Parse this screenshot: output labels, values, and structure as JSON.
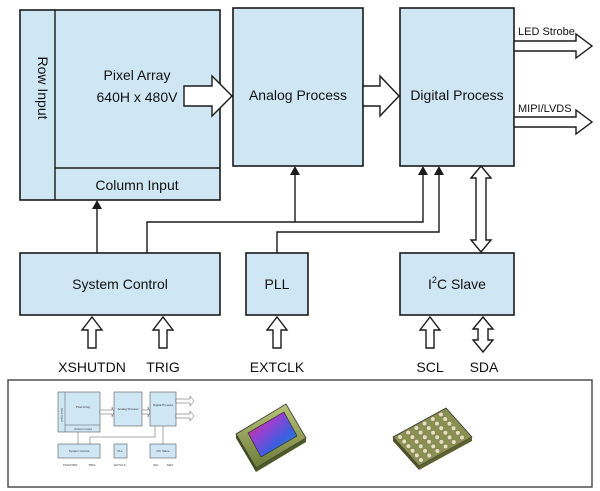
{
  "blocks": {
    "row_input": "Row Input",
    "pixel_array_line1": "Pixel Array",
    "pixel_array_line2": "640H x 480V",
    "column_input": "Column Input",
    "analog_process": "Analog Process",
    "digital_process": "Digital Process",
    "system_control": "System Control",
    "pll": "PLL",
    "i2c_slave_prefix": "I",
    "i2c_slave_sup": "2",
    "i2c_slave_suffix": "C Slave"
  },
  "outputs": {
    "led_strobe": "LED Strobe",
    "mipi_lvds": "MIPI/LVDS"
  },
  "pins": {
    "xshutdn": "XSHUTDN",
    "trig": "TRIG",
    "extclk": "EXTCLK",
    "scl": "SCL",
    "sda": "SDA"
  },
  "photo_panel": {
    "thumbnail_labels": [
      "Row Input",
      "Pixel Array",
      "Column Input",
      "Analog Process",
      "Digital Process",
      "System Control",
      "PLL",
      "I2C Slave",
      "XSHUTDN",
      "TRIG",
      "EXTCLK",
      "SCL",
      "SDA"
    ]
  },
  "colors": {
    "block_fill": "#cfe7f5",
    "stroke": "#1a1a1a",
    "photo_frame": "#444444"
  }
}
